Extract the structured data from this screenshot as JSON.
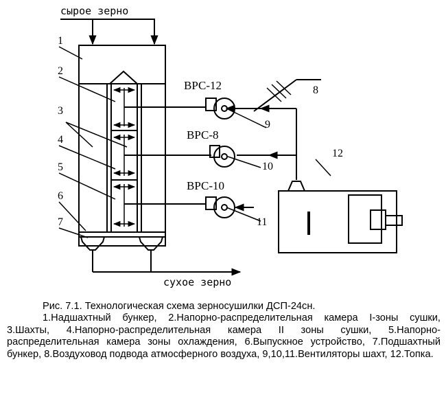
{
  "diagram": {
    "input_label": "сырое зерно",
    "output_label": "сухое зерно",
    "fans": [
      {
        "name": "ВРС-12"
      },
      {
        "name": "ВРС-8"
      },
      {
        "name": "ВРС-10"
      }
    ],
    "numbers": [
      "1",
      "2",
      "3",
      "4",
      "5",
      "6",
      "7",
      "8",
      "9",
      "10",
      "11",
      "12"
    ]
  },
  "caption": {
    "title": "Рис. 7.1. Технологическая схема зерносушилки ДСП-24сн.",
    "legend": "1.Надшахтный бункер, 2.Напорно-распределительная камера I-зоны сушки, 3.Шахты, 4.Напорно-распределительная камера II зоны сушки, 5.Напорно-распределительная камера зоны охлаждения, 6.Выпускное устройство, 7.Подшахтный бункер, 8.Воздуховод подвода атмосферного воздуха, 9,10,11.Вентиляторы шахт, 12.Топка."
  }
}
